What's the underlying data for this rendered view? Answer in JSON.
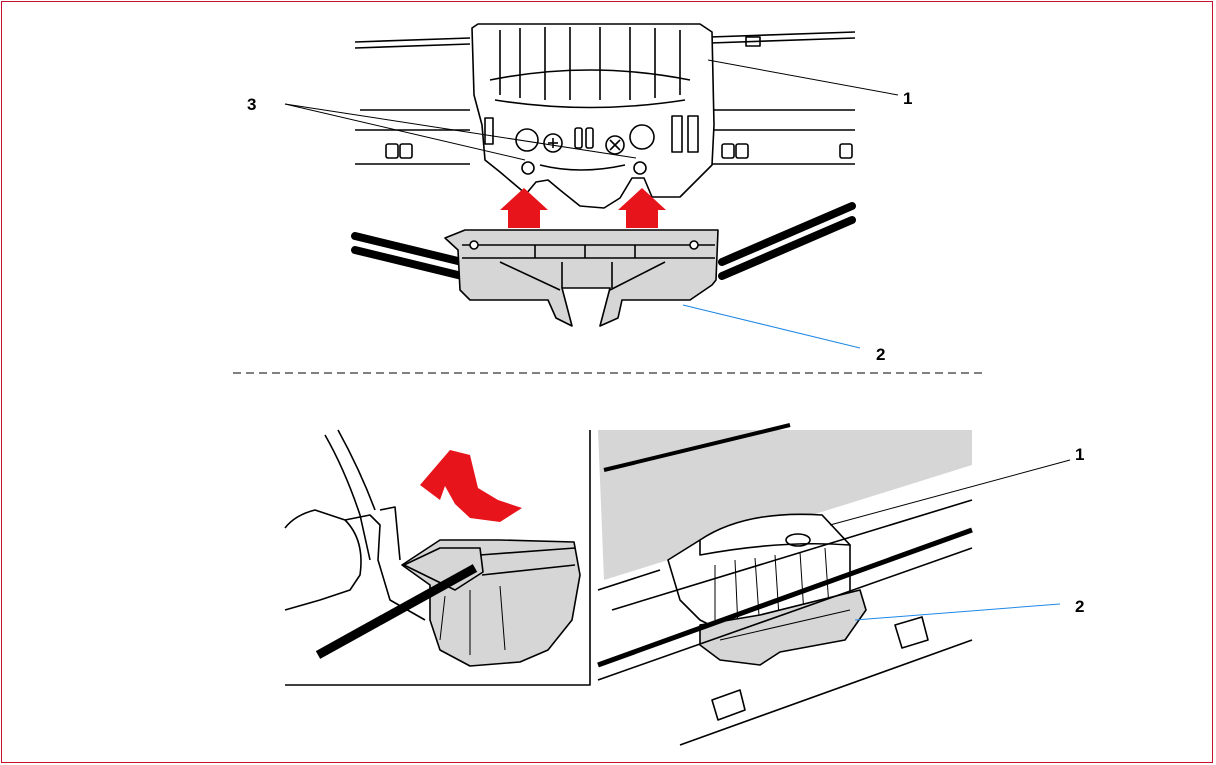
{
  "callouts": {
    "top_carriage": "1",
    "top_bracket": "2",
    "top_tabs": "3",
    "bottom_carriage": "1",
    "bottom_bracket": "2"
  },
  "colors": {
    "frame": "#c8102e",
    "arrow_red": "#e8141b",
    "leader_blue": "#1e88e5",
    "part_gray": "#d6d6d6",
    "line": "#000000"
  },
  "icons": [
    "up-arrow-icon",
    "curved-arrow-icon"
  ]
}
